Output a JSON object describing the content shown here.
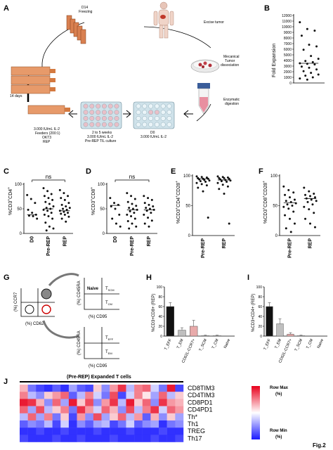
{
  "figure_label": "Fig.2",
  "panel_letters": [
    "A",
    "B",
    "C",
    "D",
    "E",
    "F",
    "G",
    "H",
    "I",
    "J"
  ],
  "panel_a": {
    "d14_freezing": "D14\nFreezing",
    "excise_tumor": "Excise tumor",
    "mechanical": "Mecanical\nTumor\ndissociation",
    "enzymatic": "Enzymatic\ndigestion",
    "fourteen_days": "14 days",
    "rep_text": "3.000 IU/mL IL-2\nFeeders (200:1)\nOKT3\nREP",
    "prerep_text": "2 to 5 weeks\n3.000 IU/mL IL-2\nPre-REP TIL culture",
    "d0_text": "D0\n3.000 IU/mL IL-2"
  },
  "panel_g": {
    "ccr7": "(%) CCR7",
    "cd62l": "(%) CD62L",
    "naive": "Naive",
    "tscm": "T_SCM",
    "tcm": "T_CM",
    "teff": "T_EFF",
    "tem": "T_EM",
    "cd45ra_top": "(%) CD45RA",
    "cd95_top": "(%) CD95",
    "cd45ra_bot": "(%) CD45RA",
    "cd95_bot": "(%) CD95"
  },
  "panel_j": {
    "title": "(Pre-REP) Expanded T cells",
    "rows": [
      "CD8TIM3",
      "CD4TIM3",
      "CD8PD1",
      "CD4PD1",
      "Th*",
      "Th1",
      "TREG",
      "Th17"
    ],
    "legend_max": "Row Max\n(%)",
    "legend_min": "Row Min\n(%)"
  },
  "chart_data": [
    {
      "panel": "B",
      "type": "scatter",
      "ylabel": "Fold Expansion",
      "ylim": [
        0,
        12000
      ],
      "yticks": [
        0,
        1000,
        2000,
        3000,
        4000,
        5000,
        6000,
        7000,
        8000,
        9000,
        10000,
        11000,
        12000
      ],
      "categories": [
        ""
      ],
      "values": [
        10800,
        9600,
        9300,
        8400,
        6800,
        6500,
        5900,
        4800,
        4300,
        3900,
        3700,
        3500,
        3400,
        3300,
        2900,
        2700,
        2400,
        2100,
        1800,
        1500,
        1300,
        1000,
        800,
        600
      ],
      "median": 3500
    },
    {
      "panel": "C",
      "type": "scatter",
      "ylabel": "%CD3+CD4+",
      "ylim": [
        0,
        100
      ],
      "yticks": [
        0,
        50,
        100
      ],
      "categories": [
        "D0",
        "Pre-REP",
        "REP"
      ],
      "series": [
        {
          "name": "D0",
          "values": [
            78,
            70,
            62,
            48,
            42,
            38,
            36,
            35,
            30
          ]
        },
        {
          "name": "Pre-REP",
          "values": [
            92,
            86,
            80,
            76,
            72,
            68,
            64,
            60,
            55,
            52,
            50,
            48,
            46,
            42,
            38,
            35,
            30,
            22,
            14,
            10,
            6
          ]
        },
        {
          "name": "REP",
          "values": [
            88,
            82,
            76,
            72,
            68,
            62,
            58,
            55,
            52,
            50,
            48,
            46,
            44,
            42,
            40,
            38,
            34,
            30,
            24
          ]
        }
      ],
      "medians": [
        38,
        50,
        46
      ],
      "annotation": "ns"
    },
    {
      "panel": "D",
      "type": "scatter",
      "ylabel": "%CD3+CD8+",
      "ylim": [
        0,
        100
      ],
      "yticks": [
        0,
        50,
        100
      ],
      "categories": [
        "D0",
        "Pre-REP",
        "REP"
      ],
      "series": [
        {
          "name": "D0",
          "values": [
            72,
            62,
            58,
            55,
            50,
            38,
            30,
            20,
            14
          ]
        },
        {
          "name": "Pre-REP",
          "values": [
            82,
            76,
            70,
            64,
            60,
            56,
            52,
            50,
            48,
            45,
            42,
            38,
            35,
            30,
            25,
            20,
            14,
            10
          ]
        },
        {
          "name": "REP",
          "values": [
            76,
            72,
            68,
            62,
            58,
            55,
            52,
            50,
            48,
            46,
            42,
            38,
            32,
            26,
            20,
            14
          ]
        }
      ],
      "medians": [
        57,
        48,
        48
      ],
      "annotation": "ns"
    },
    {
      "panel": "E",
      "type": "scatter",
      "ylabel": "%CD3+CD4+CD28+",
      "ylim": [
        0,
        100
      ],
      "yticks": [
        0,
        50,
        100
      ],
      "categories": [
        "Pre-REP",
        "REP"
      ],
      "series": [
        {
          "name": "Pre-REP",
          "values": [
            99,
            98,
            97,
            96,
            95,
            95,
            94,
            93,
            92,
            91,
            90,
            88,
            86,
            84,
            80,
            74,
            30
          ]
        },
        {
          "name": "REP",
          "values": [
            99,
            98,
            97,
            96,
            96,
            95,
            94,
            93,
            92,
            91,
            90,
            88,
            85,
            82,
            78,
            70,
            20
          ]
        }
      ],
      "medians": [
        95,
        93
      ]
    },
    {
      "panel": "F",
      "type": "scatter",
      "ylabel": "%CD3+CD8+CD28+",
      "ylim": [
        0,
        100
      ],
      "yticks": [
        0,
        50,
        100
      ],
      "categories": [
        "Pre-REP",
        "REP"
      ],
      "series": [
        {
          "name": "Pre-REP",
          "values": [
            82,
            76,
            72,
            68,
            64,
            60,
            58,
            56,
            54,
            52,
            50,
            48,
            45,
            40,
            34,
            28,
            20,
            12,
            6
          ]
        },
        {
          "name": "REP",
          "values": [
            80,
            74,
            70,
            68,
            66,
            64,
            62,
            60,
            58,
            56,
            52,
            48,
            44,
            38,
            28,
            20,
            14
          ]
        }
      ],
      "medians": [
        55,
        62
      ]
    },
    {
      "panel": "H",
      "type": "bar",
      "ylabel": "%CD3+CD8+ (REP)",
      "ylim": [
        0,
        100
      ],
      "yticks": [
        0,
        20,
        40,
        60,
        80,
        100
      ],
      "categories": [
        "T_EFF",
        "T_EM",
        "CD62L-CCR7+",
        "T_SCM",
        "T_CM",
        "Naive"
      ],
      "values": [
        60,
        12,
        20,
        1,
        1,
        0
      ],
      "errors": [
        8,
        5,
        12,
        1,
        1,
        0
      ],
      "colors": [
        "#111111",
        "#bfbfbf",
        "#e8aaaa",
        "#ffffff",
        "#ffffff",
        "#ffffff"
      ]
    },
    {
      "panel": "I",
      "type": "bar",
      "ylabel": "%CD3+CD4+ (REP)",
      "ylim": [
        0,
        100
      ],
      "yticks": [
        0,
        20,
        40,
        60,
        80,
        100
      ],
      "categories": [
        "T_EFF",
        "T_EM",
        "CD62L-CCR7+",
        "T_SCM",
        "T_CM",
        "Naive"
      ],
      "values": [
        60,
        25,
        4,
        1,
        0,
        0
      ],
      "errors": [
        8,
        10,
        3,
        1,
        0,
        0
      ],
      "colors": [
        "#111111",
        "#bfbfbf",
        "#e8aaaa",
        "#ffffff",
        "#ffffff",
        "#ffffff"
      ]
    },
    {
      "panel": "J",
      "type": "heatmap",
      "rows": [
        "CD8TIM3",
        "CD4TIM3",
        "CD8PD1",
        "CD4PD1",
        "Th*",
        "Th1",
        "TREG",
        "Th17"
      ],
      "values": [
        [
          0.3,
          -0.6,
          -0.8,
          -0.9,
          -0.7,
          -0.9,
          -0.4,
          -0.7,
          -0.8,
          0.2,
          -0.5,
          0.4,
          0.8,
          -0.3,
          0.5,
          0.6,
          -0.2,
          -0.6,
          0.9,
          -0.8
        ],
        [
          0.5,
          -0.3,
          -0.5,
          0.2,
          0.4,
          0.6,
          -0.7,
          -0.3,
          0.5,
          -0.2,
          -0.6,
          0.7,
          -0.8,
          -0.2,
          0.5,
          0.1,
          -0.4,
          0.6,
          -0.3,
          0.2
        ],
        [
          0.9,
          0.8,
          0.3,
          -0.5,
          0.6,
          -0.4,
          0.9,
          0.2,
          0.7,
          -0.5,
          0.4,
          0.8,
          -0.3,
          0.9,
          0.2,
          0.6,
          -0.5,
          0.8,
          0.4,
          0.3
        ],
        [
          0.6,
          -0.4,
          0.7,
          -0.3,
          0.2,
          0.5,
          -0.6,
          0.8,
          0.4,
          -0.2,
          0.6,
          0.3,
          -0.5,
          0.7,
          -0.3,
          0.5,
          0.8,
          -0.2,
          0.6,
          0.4
        ],
        [
          -0.3,
          0.6,
          -0.4,
          0.5,
          -0.6,
          0.2,
          -0.8,
          0.4,
          -0.5,
          0.7,
          -0.4,
          0.2,
          0.6,
          -0.3,
          0.4,
          -0.7,
          0.3,
          -0.5,
          0.2,
          -0.4
        ],
        [
          -0.7,
          -0.5,
          -0.6,
          -0.3,
          -0.8,
          -0.2,
          -0.9,
          -0.5,
          -0.7,
          -0.4,
          -0.3,
          -0.8,
          -0.6,
          -0.2,
          -0.7,
          -0.5,
          -0.4,
          -0.9,
          -0.6,
          -0.5
        ],
        [
          -0.9,
          -0.9,
          -0.8,
          -0.9,
          -0.9,
          -0.8,
          -0.9,
          -0.9,
          -0.9,
          -0.8,
          -0.9,
          -0.9,
          -0.9,
          -0.8,
          -0.9,
          -0.9,
          -0.9,
          -0.8,
          -0.9,
          -0.9
        ],
        [
          -0.8,
          -0.9,
          -0.9,
          -0.9,
          -0.8,
          -0.9,
          -0.9,
          -0.8,
          -0.9,
          -0.9,
          -0.9,
          -0.8,
          -0.9,
          -0.9,
          -0.9,
          -0.9,
          -0.8,
          -0.9,
          -0.9,
          -0.8
        ]
      ],
      "colors": {
        "max": "#e8001c",
        "mid": "#ffffff",
        "min": "#1a1aff"
      }
    }
  ]
}
